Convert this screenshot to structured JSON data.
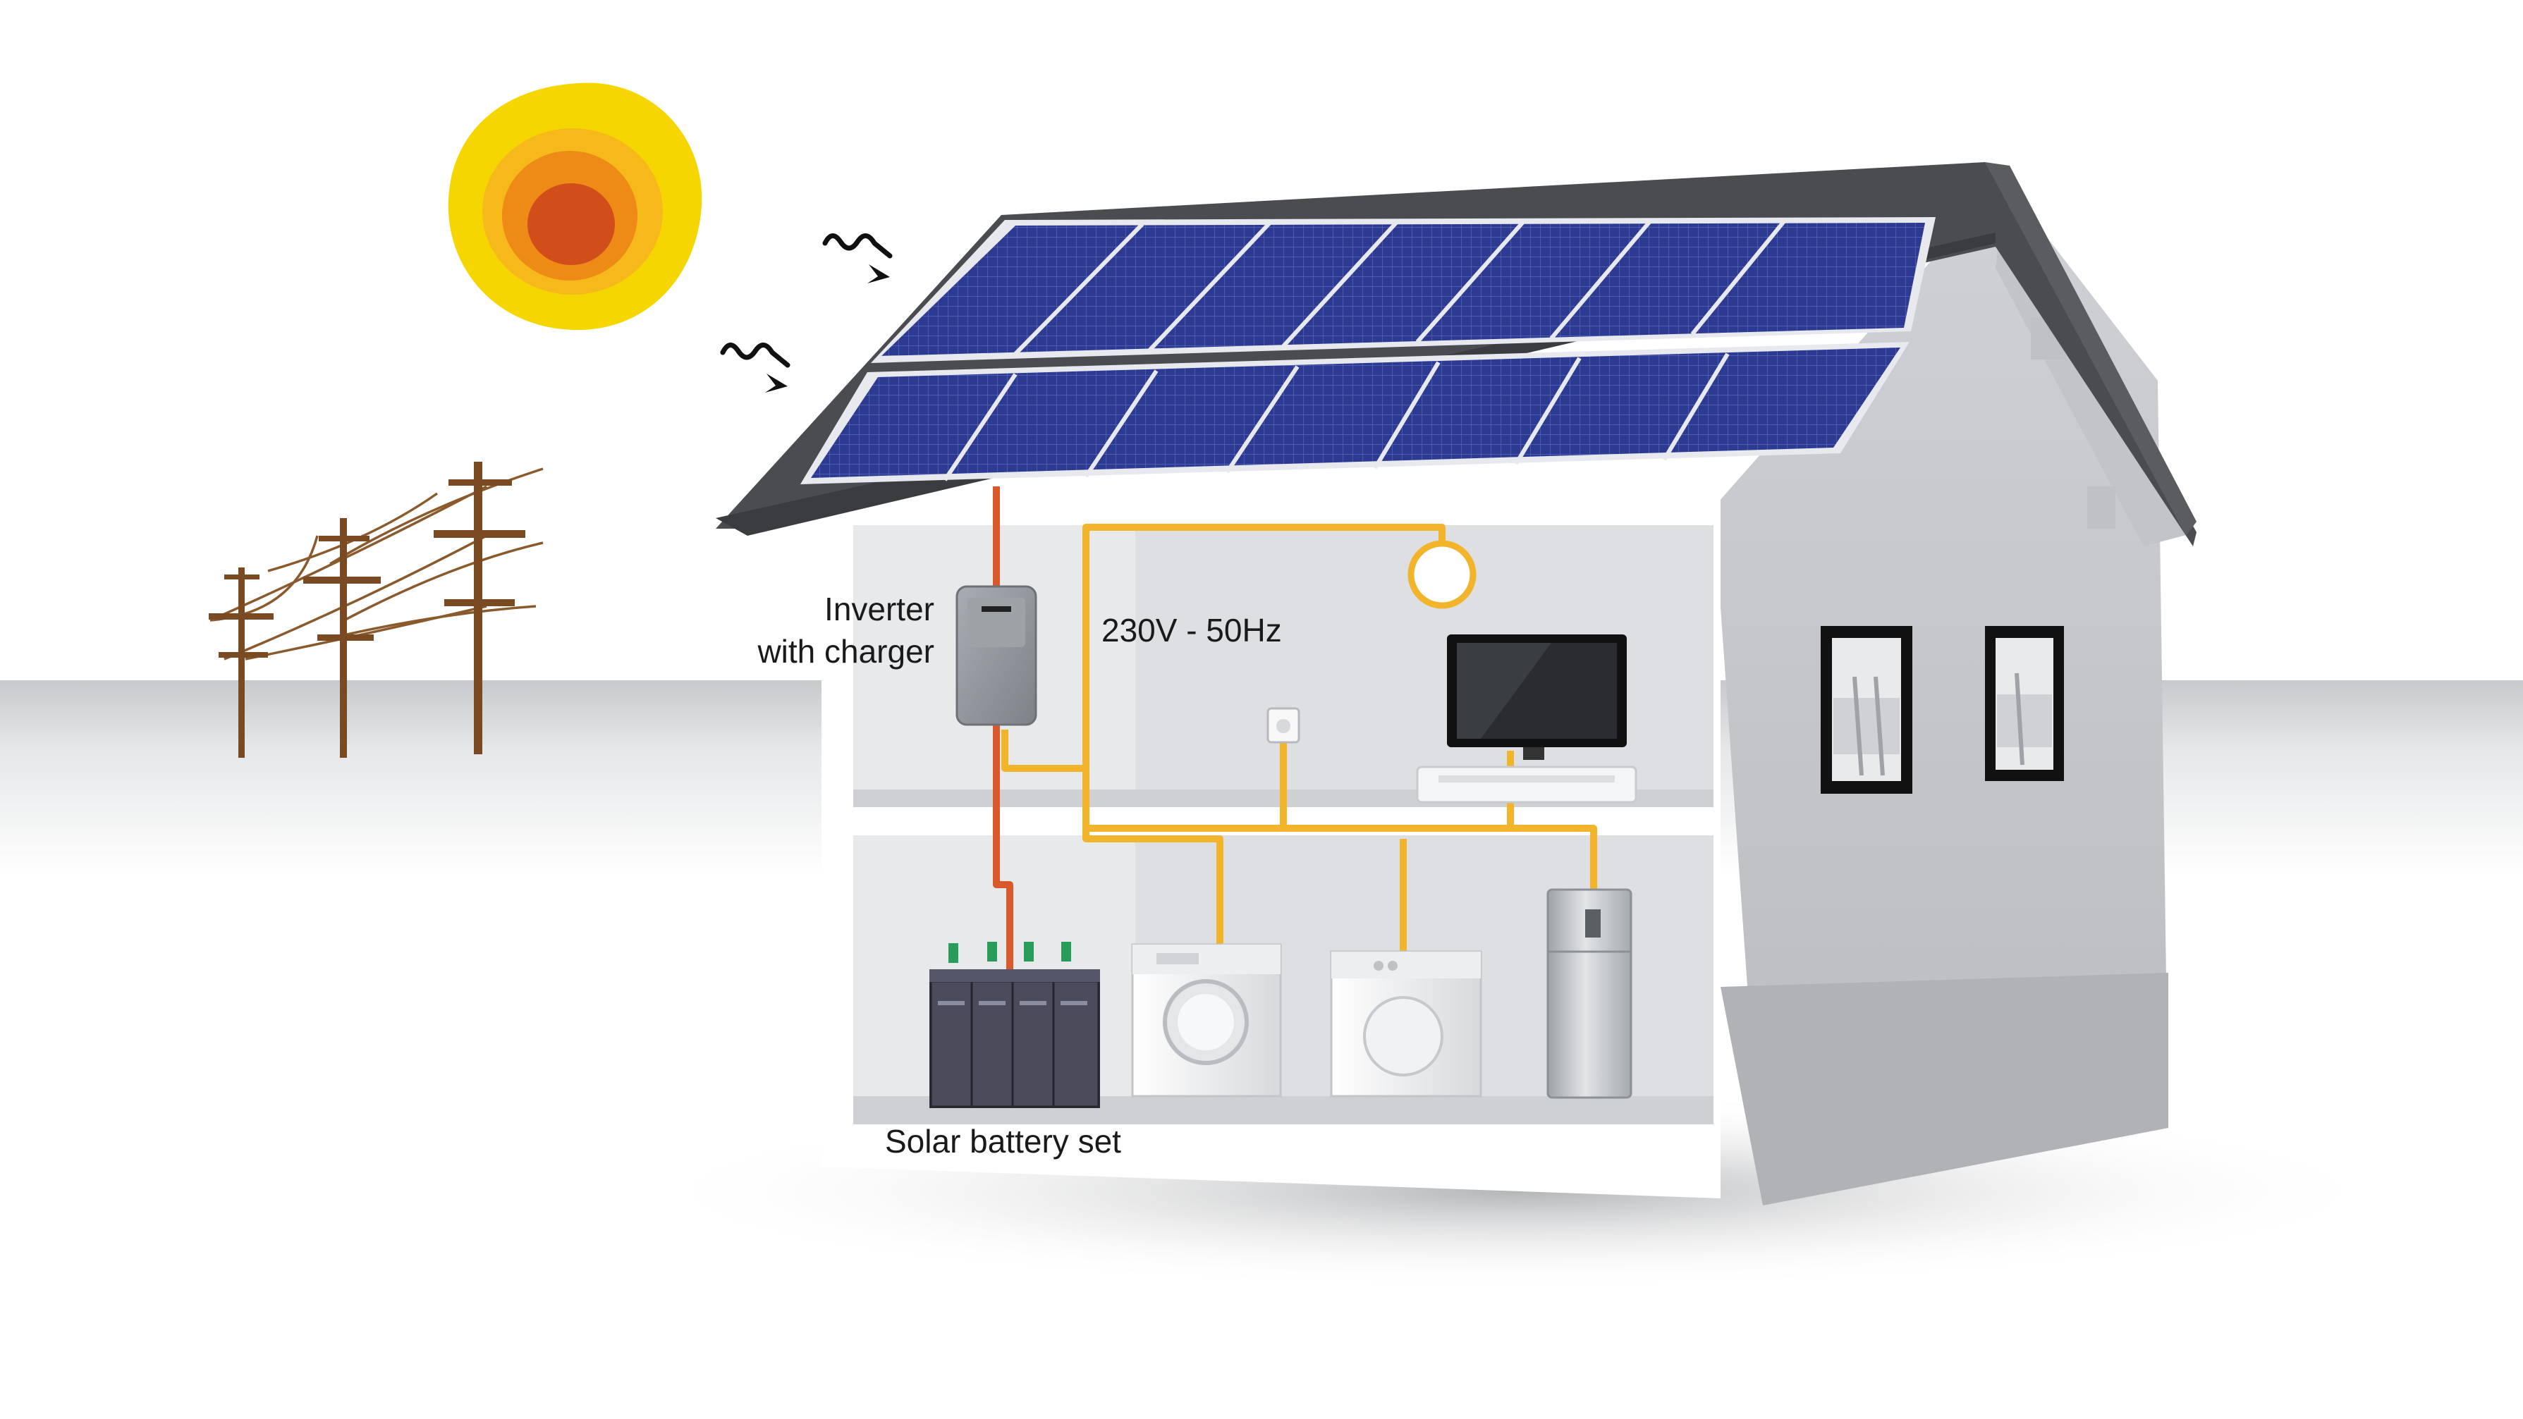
{
  "labels": {
    "inverter_line1": "Inverter",
    "inverter_line2": "with charger",
    "voltage": "230V - 50Hz",
    "battery": "Solar battery set"
  },
  "colors": {
    "sun_outer": "#f5d600",
    "sun_mid": "#f4a81d",
    "sun_inner": "#d4521c",
    "dc_wire": "#d9592b",
    "ac_wire": "#f2b42a",
    "roof": "#4a4c4f",
    "panel": "#2b3585",
    "wall": "#d9dbdf",
    "pole": "#7a4a22"
  },
  "icons": [
    "sun-icon",
    "sunray-arrow-icon",
    "power-pole-icon",
    "solar-panel-icon",
    "inverter-icon",
    "light-bulb-icon",
    "tv-icon",
    "socket-icon",
    "washing-machine-icon",
    "dryer-icon",
    "fridge-icon",
    "battery-icon"
  ]
}
